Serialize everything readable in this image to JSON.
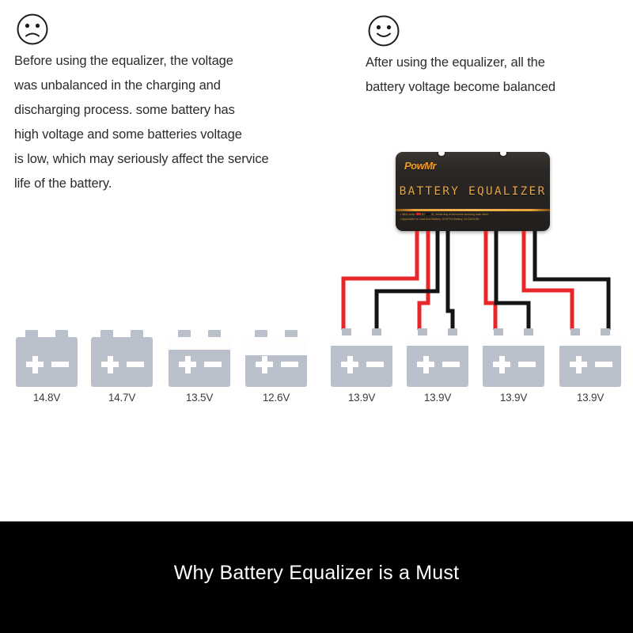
{
  "left_panel": {
    "face_icon": "sad-face-icon",
    "paragraph": "Before using the equalizer, the voltage\nwas unbalanced in the charging and\ndischarging process. some battery has\nhigh voltage and some batteries voltage\nis low, which may seriously affect the service\n life of the battery.",
    "batteries": [
      {
        "label": "14.8V",
        "fill_percent": 100
      },
      {
        "label": "14.7V",
        "fill_percent": 100
      },
      {
        "label": "13.5V",
        "fill_percent": 74
      },
      {
        "label": "12.6V",
        "fill_percent": 64
      }
    ]
  },
  "right_panel": {
    "face_icon": "happy-face-icon",
    "paragraph": "After using the equalizer, all the\nbattery voltage become balanced",
    "batteries": [
      {
        "label": "13.9V",
        "fill_percent": 82
      },
      {
        "label": "13.9V",
        "fill_percent": 82
      },
      {
        "label": "13.9V",
        "fill_percent": 82
      },
      {
        "label": "13.9V",
        "fill_percent": 82
      }
    ]
  },
  "device": {
    "brand": "PowMr",
    "title": "BATTERY EQUALIZER",
    "fineprint_line_1_pre": "• Wire color:",
    "fineprint_line_1_mid_a": "B+",
    "fineprint_line_1_mid_b": "B-",
    "fineprint_line_1_post": ", Avoid Any of terminals touching each other",
    "fineprint_line_2": "• Applicable to Lead Acid Battery, LiFePO4 Battery, Ni-Cd/Ni-Mh",
    "brand_color": "#f09a2a",
    "title_color": "#e3a64a",
    "body_color": "#2b2724",
    "stripe_color": "#f5b856"
  },
  "wiring": {
    "positive_color": "#e8262a",
    "negative_color": "#141414"
  },
  "banner": {
    "title": "Why Battery Equalizer is a Must",
    "background": "#000000",
    "text_color": "#ffffff"
  }
}
